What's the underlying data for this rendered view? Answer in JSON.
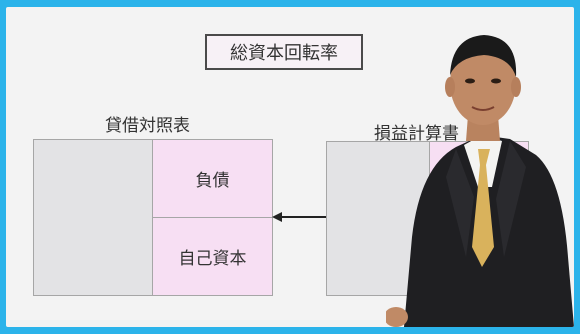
{
  "slide": {
    "title": "総資本回転率",
    "balance_sheet": {
      "label": "貸借対照表",
      "liabilities": "負債",
      "equity": "自己資本"
    },
    "income_statement": {
      "label": "損益計算書"
    }
  },
  "colors": {
    "frame_border": "#2bb3ea",
    "slide_bg": "#f3f3f3",
    "pink_box": "#f7dff3",
    "gray_box": "#e3e3e5"
  }
}
